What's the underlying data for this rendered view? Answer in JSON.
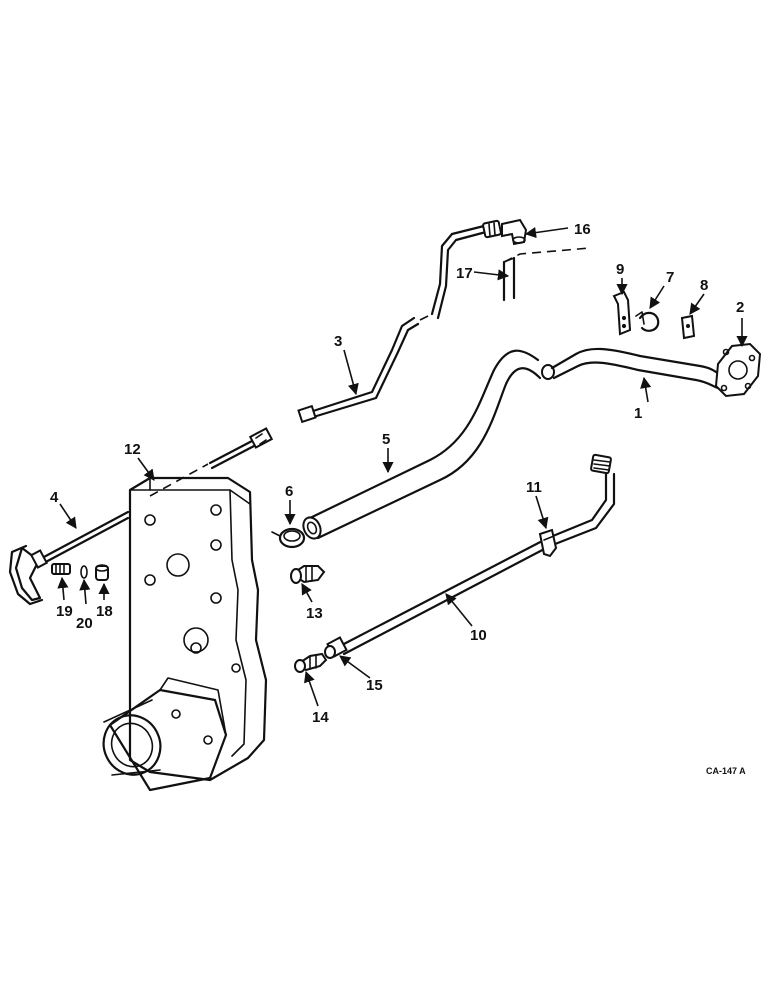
{
  "diagram": {
    "drawing_code": "CA-147 A",
    "callouts": {
      "c1": "1",
      "c2": "2",
      "c3": "3",
      "c4": "4",
      "c5": "5",
      "c6": "6",
      "c7": "7",
      "c8": "8",
      "c9": "9",
      "c10": "10",
      "c11": "11",
      "c12": "12",
      "c13": "13",
      "c14": "14",
      "c15": "15",
      "c16": "16",
      "c17": "17",
      "c18": "18",
      "c19": "19",
      "c20": "20"
    }
  }
}
